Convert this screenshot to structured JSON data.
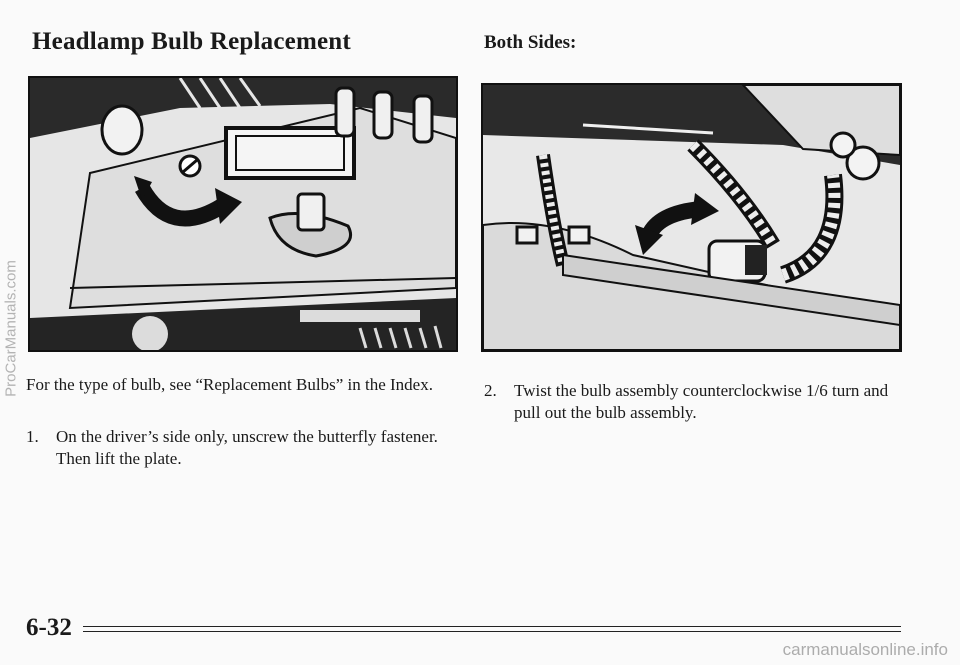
{
  "page": {
    "title": "Headlamp Bulb Replacement",
    "subheading": "Both Sides:",
    "page_number": "6-32"
  },
  "figures": {
    "left": {
      "icon": "headlamp-access-plate-illustration"
    },
    "right": {
      "icon": "bulb-assembly-twist-illustration"
    }
  },
  "text": {
    "intro": "For the type of bulb, see “Replacement Bulbs” in the Index.",
    "steps": [
      {
        "number": "1.",
        "text": "On the driver’s side only, unscrew the butterfly fastener. Then lift the plate."
      },
      {
        "number": "2.",
        "text": "Twist the bulb assembly counterclockwise 1/6 turn and pull out the bulb assembly."
      }
    ]
  },
  "watermarks": {
    "side": "ProCarManuals.com",
    "bottom": "carmanualsonline.info"
  }
}
